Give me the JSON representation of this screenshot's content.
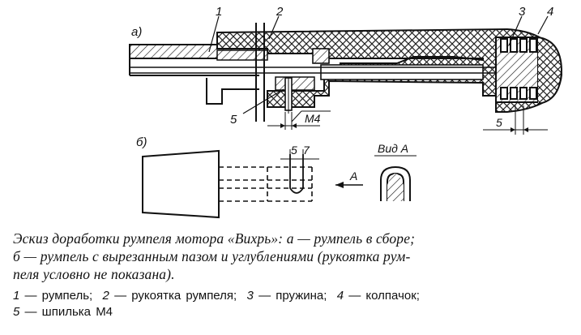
{
  "figure": {
    "part_a_label": "а)",
    "part_b_label": "б)",
    "callouts": {
      "n1": "1",
      "n2": "2",
      "n3": "3",
      "n4": "4",
      "n5": "5"
    },
    "dimensions": {
      "m4": "М4",
      "d5_bottom": "5",
      "d5_top": "5",
      "d7_top": "7"
    },
    "view_label": "Вид А",
    "arrow_label": "А"
  },
  "caption": {
    "line1": "Эскиз доработки румпеля мотора «Вихрь»: а — румпель в сборе;",
    "line2": "б — румпель с вырезанным пазом и углублениями (рукоятка рум-",
    "line3": "пеля условно не показана)."
  },
  "legend": {
    "row1": [
      {
        "num": "1",
        "text": "— румпель;"
      },
      {
        "num": "2",
        "text": "— рукоятка румпеля;"
      },
      {
        "num": "3",
        "text": "— пружина;"
      },
      {
        "num": "4",
        "text": "— колпачок;"
      }
    ],
    "row2": [
      {
        "num": "5",
        "text": "— шпилька М4"
      }
    ]
  }
}
